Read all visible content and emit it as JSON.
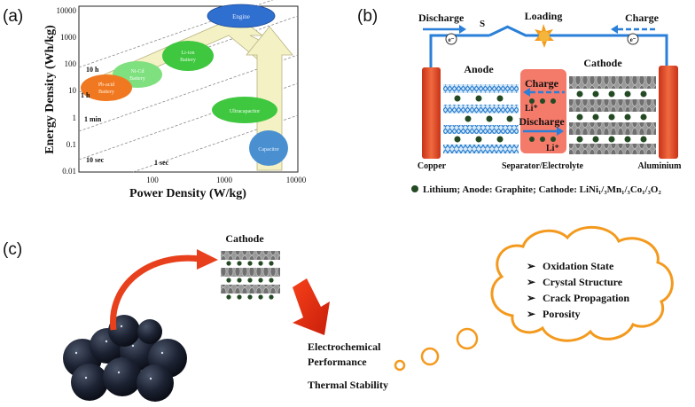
{
  "panel_a": {
    "letter": "(a)",
    "ylabel": "Energy Density (Wh/kg)",
    "xlabel": "Power Density (W/kg)",
    "y_ticks": [
      "10000",
      "1000",
      "100",
      "10",
      "1",
      "0.1",
      "0.01"
    ],
    "x_ticks": [
      "100",
      "1000",
      "10000"
    ],
    "time_lines": [
      "10 h",
      "1 h",
      "1 min",
      "10 sec",
      "1 sec"
    ],
    "regions": {
      "engine": "Engine",
      "li_ion": "Li-ion Battery",
      "ni_cd": "Ni-Cd Battery",
      "pb_acid": "Pb-acid Battery",
      "ultracapacitor": "Ultracapacitor",
      "capacitor": "Capacitor"
    },
    "colors": {
      "engine": "#2f6fd0",
      "li_ion": "#3fc73f",
      "ni_cd": "#7fe07f",
      "pb_acid": "#f07820",
      "ultracapacitor": "#3fc73f",
      "capacitor": "#4a90d0",
      "arrow": "#f4f1c4"
    }
  },
  "panel_b": {
    "letter": "(b)",
    "discharge": "Discharge",
    "switch": "S",
    "loading": "Loading",
    "charge": "Charge",
    "electron": "e⁻",
    "anode": "Anode",
    "cathode": "Cathode",
    "copper": "Copper",
    "separator": "Separator/Electrolyte",
    "aluminium": "Aluminium",
    "sep_charge": "Charge",
    "sep_discharge": "Discharge",
    "li_top": "Li⁺",
    "li_bottom": "Li⁺",
    "legend": "Lithium; Anode: Graphite; Cathode: LiNi₁/₃Mn₁/₃Co₁/₃O₂",
    "colors": {
      "wire": "#2a7fd8",
      "collector": "#e24a2a",
      "separator": "#f47a6a",
      "graphite": "#2b7fd0",
      "lithium": "#244a24"
    }
  },
  "panel_c": {
    "letter": "(c)",
    "cathode": "Cathode",
    "electrochemical": "Electrochemical",
    "performance": "Performance",
    "thermal": "Thermal Stability",
    "bullets": [
      "Oxidation State",
      "Crystal Structure",
      "Crack Propagation",
      "Porosity"
    ],
    "colors": {
      "arrow": "#e8401c",
      "cloud": "#f39a1e",
      "particles": "#1a1f2b"
    }
  }
}
